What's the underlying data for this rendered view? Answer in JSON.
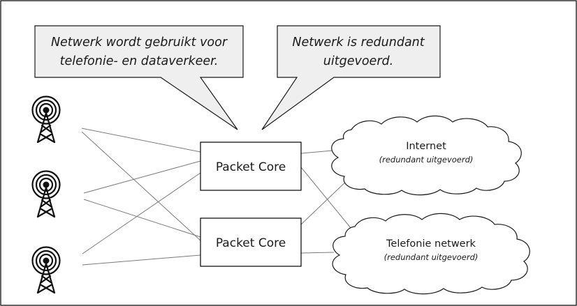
{
  "callouts": [
    {
      "line1": "Netwerk wordt gebruikt voor",
      "line2": "telefonie- en dataverkeer."
    },
    {
      "line1": "Netwerk is redundant",
      "line2": "uitgevoerd."
    }
  ],
  "packet_cores": [
    {
      "label": "Packet Core"
    },
    {
      "label": "Packet Core"
    }
  ],
  "clouds": [
    {
      "title": "Internet",
      "subtitle": "(redundant uitgevoerd)"
    },
    {
      "title": "Telefonie netwerk",
      "subtitle": "(redundant uitgevoerd)"
    }
  ],
  "antennas": [
    {
      "icon": "radio-tower-icon"
    },
    {
      "icon": "radio-tower-icon"
    },
    {
      "icon": "radio-tower-icon"
    }
  ],
  "colors": {
    "frame": "#000000",
    "callout_fill": "#efefef",
    "connection_line": "#7a7a7a"
  }
}
